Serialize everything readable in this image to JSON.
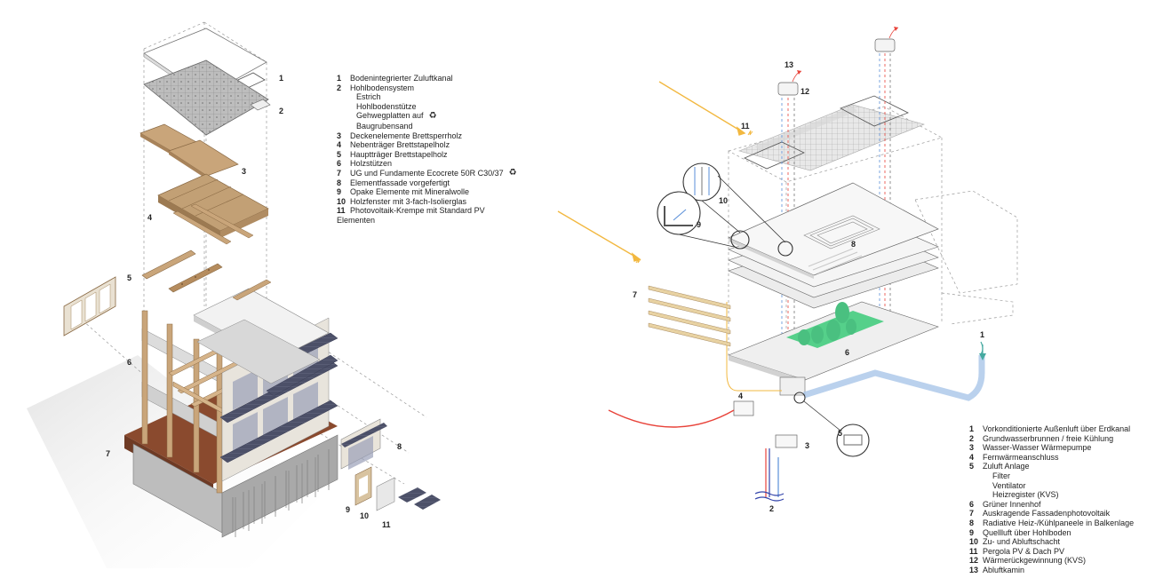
{
  "left_callouts": [
    "1",
    "2",
    "3",
    "4",
    "5",
    "6",
    "7",
    "8",
    "9",
    "10",
    "11"
  ],
  "left_legend": {
    "items": [
      {
        "num": "1",
        "text": "Bodenintegrierter Zuluftkanal"
      },
      {
        "num": "2",
        "text": "Hohlbodensystem"
      },
      {
        "sub": "Estrich"
      },
      {
        "sub": "Hohlbodenstütze"
      },
      {
        "sub": "Gehwegplatten auf",
        "recycle": "♻"
      },
      {
        "sub": "Baugrubensand"
      },
      {
        "num": "3",
        "text": "Deckenelemente Brettsperrholz"
      },
      {
        "num": "4",
        "text": "Nebenträger Brettstapelholz"
      },
      {
        "num": "5",
        "text": "Hauptträger Brettstapelholz"
      },
      {
        "num": "6",
        "text": "Holzstützen"
      },
      {
        "num": "7",
        "text": "UG und Fundamente Ecocrete 50R C30/37",
        "recycle": "♻"
      },
      {
        "num": "8",
        "text": "Elementfassade vorgefertigt"
      },
      {
        "num": "9",
        "text": "Opake Elemente mit Mineralwolle"
      },
      {
        "num": "10",
        "text": "Holzfenster mit 3-fach-Isolierglas"
      },
      {
        "num": "11",
        "text": "Photovoltaik-Krempe mit Standard PV"
      },
      {
        "cont": "Elementen"
      }
    ]
  },
  "right_callouts": [
    "1",
    "2",
    "3",
    "4",
    "5",
    "6",
    "7",
    "8",
    "9",
    "10",
    "11",
    "12",
    "13"
  ],
  "right_legend": {
    "items": [
      {
        "num": "1",
        "text": "Vorkonditionierte Außenluft über Erdkanal"
      },
      {
        "num": "2",
        "text": "Grundwasserbrunnen / freie Kühlung"
      },
      {
        "num": "3",
        "text": "Wasser-Wasser Wärmepumpe"
      },
      {
        "num": "4",
        "text": "Fernwärmeanschluss"
      },
      {
        "num": "5",
        "text": "Zuluft Anlage"
      },
      {
        "sub": "Filter"
      },
      {
        "sub": "Ventilator"
      },
      {
        "sub": "Heizregister (KVS)"
      },
      {
        "num": "6",
        "text": "Grüner Innenhof"
      },
      {
        "num": "7",
        "text": "Auskragende Fassadenphotovoltaik"
      },
      {
        "num": "8",
        "text": "Radiative Heiz-/Kühlpaneele in Balkenlage"
      },
      {
        "num": "9",
        "text": "Quellluft über Hohlboden"
      },
      {
        "num": "10",
        "text": "Zu- und Abluftschacht"
      },
      {
        "num": "11",
        "text": "Pergola PV & Dach PV"
      },
      {
        "num": "12",
        "text": "Wärmerückgewinnung (KVS)"
      },
      {
        "num": "13",
        "text": "Abluftkamin"
      }
    ]
  },
  "colors": {
    "timber": "#c9a57a",
    "timber_dark": "#a8835a",
    "concrete": "#cfcfcf",
    "concrete_dark": "#8f8f8f",
    "slab": "#e6e6e6",
    "pv": "#4a4f6a",
    "earth": "#8a4a2e",
    "sun": "#f2b840",
    "supply_air": "#45a9a0",
    "heating": "#e8433a",
    "cooling": "#5a8fd8",
    "green": "#4ac080"
  }
}
